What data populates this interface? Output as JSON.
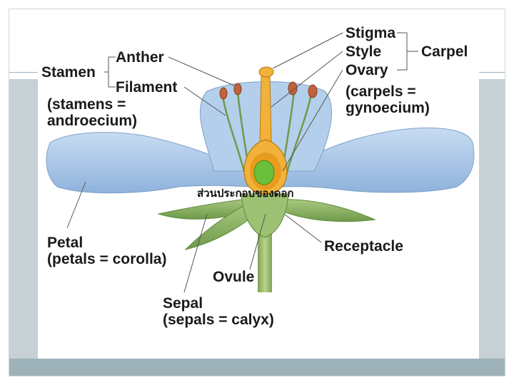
{
  "diagram": {
    "caption_thai": "ส่วนประกอบของดอก",
    "labels": {
      "stigma": "Stigma",
      "style": "Style",
      "ovary": "Ovary",
      "carpel": "Carpel",
      "carpels_note_1": "(carpels =",
      "carpels_note_2": "gynoecium)",
      "anther": "Anther",
      "stamen": "Stamen",
      "filament": "Filament",
      "stamens_note_1": "(stamens =",
      "stamens_note_2": "androecium)",
      "petal": "Petal",
      "petal_note": "(petals = corolla)",
      "receptacle": "Receptacle",
      "ovule": "Ovule",
      "sepal": "Sepal",
      "sepal_note": "(sepals = calyx)"
    }
  },
  "colors": {
    "petal": "#a8c6e6",
    "sepal": "#8fb56a",
    "anther": "#c0623a",
    "pistil": "#f2b23a",
    "ovule": "#6bbf3a",
    "frame": "#c5d1d5",
    "bottom_band": "#9db2b9"
  }
}
